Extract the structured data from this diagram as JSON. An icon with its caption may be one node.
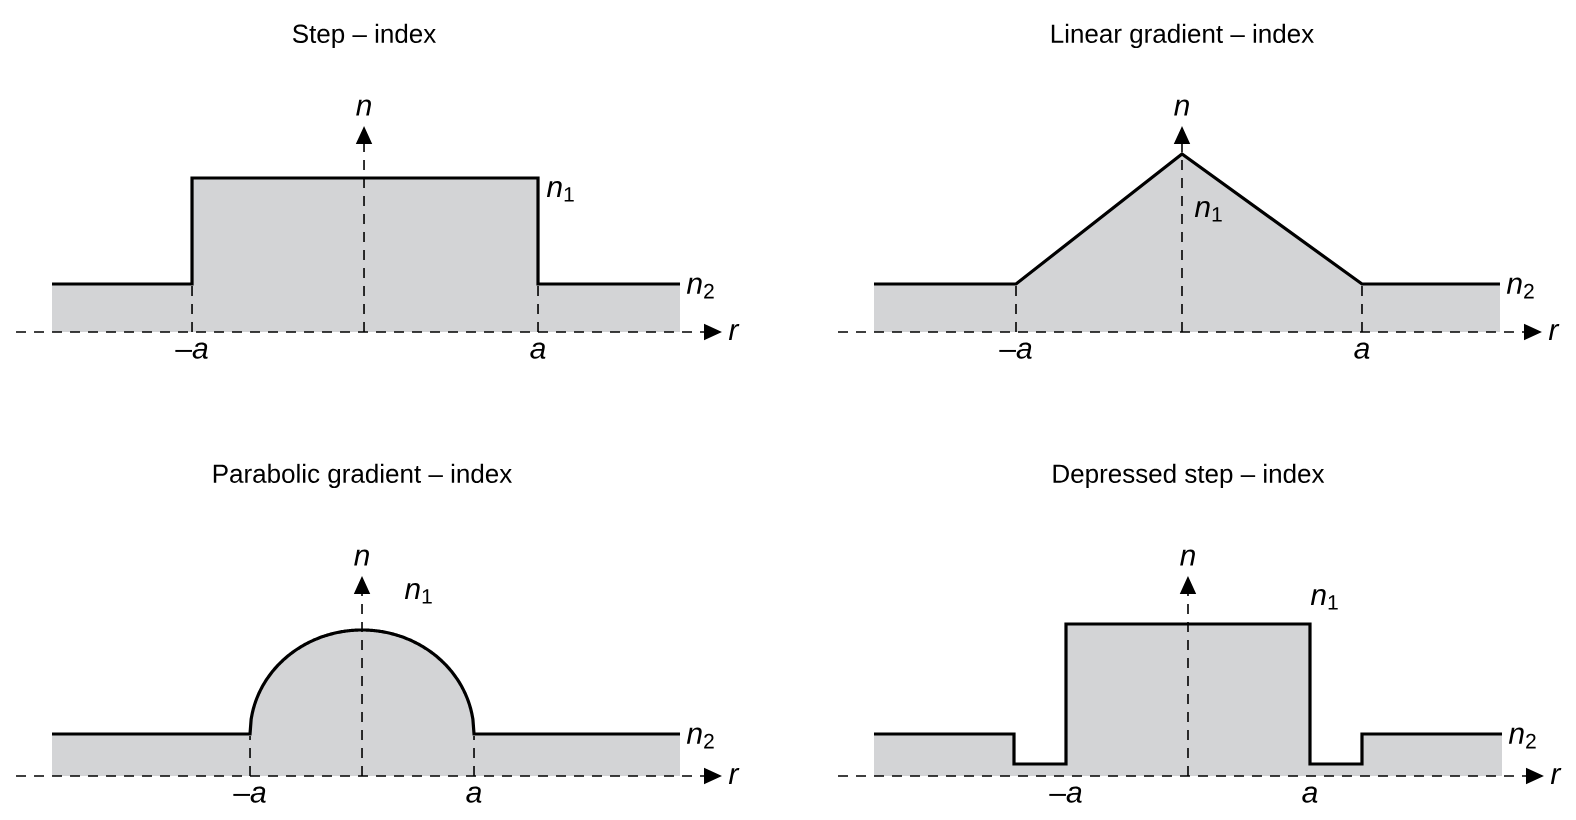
{
  "diagram": {
    "labels": [
      "Step – index",
      "*n*",
      "*n*$_{1}$",
      "*n*$_{2}$",
      "*r*",
      "–*a*",
      "*a*",
      "Linear gradient – index",
      "*n*",
      "*n*$_{1}$",
      "*n*$_{2}$",
      "*r*",
      "–*a*",
      "*a*",
      "Parabolic gradient – index",
      "*n*",
      "*n*$_{1}$",
      "*n*$_{2}$",
      "*r*",
      "–*a*",
      "*a*",
      "Depressed step – index",
      "*n*",
      "*n*$_{1}$",
      "*n*$_{2}$",
      "*r*",
      "–*a*",
      "*a*"
    ]
  }
}
